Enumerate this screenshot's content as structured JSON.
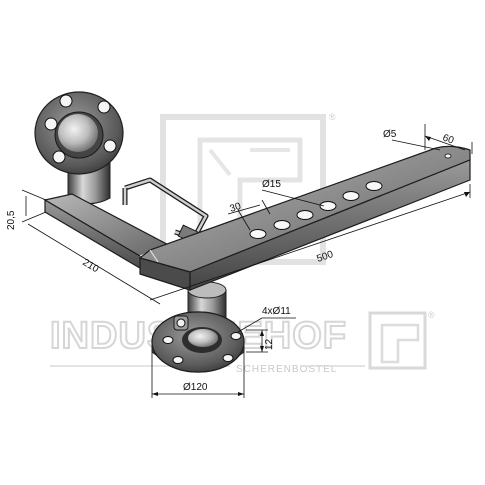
{
  "watermark": {
    "brand": "INDUSTRIEHOF",
    "subtitle": "SCHERENBOSTEL",
    "registered": "®"
  },
  "dimensions": {
    "hole_dia": "Ø5",
    "end_width": "60",
    "hole_row_dia": "Ø15",
    "hole_spacing": "30",
    "length": "500",
    "thickness": "20,5",
    "short_leg": "210",
    "base_holes": "4xØ11",
    "base_thickness": "12",
    "base_dia": "Ø120"
  },
  "colors": {
    "metal_dark": "#3a3a3a",
    "metal_mid": "#8a8a8a",
    "metal_light": "#d9d9d9",
    "watermark": "#d6d6d6"
  }
}
